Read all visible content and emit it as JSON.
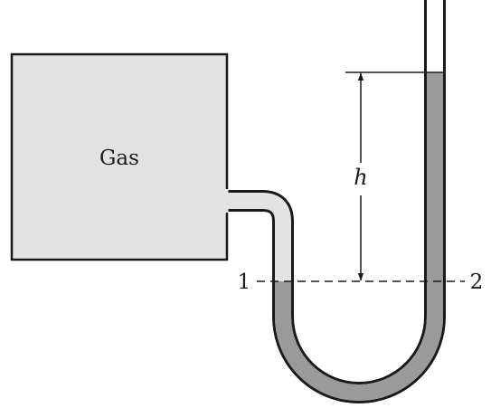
{
  "diagram": {
    "tank_label": "Gas",
    "height_label": "h",
    "level_1_label": "1",
    "level_2_label": "2"
  },
  "colors": {
    "tank_fill": "#e3e3e3",
    "tube_air": "#e3e3e3",
    "liquid": "#9a9a9a",
    "outline": "#1a1a1a",
    "background": "#ffffff"
  }
}
